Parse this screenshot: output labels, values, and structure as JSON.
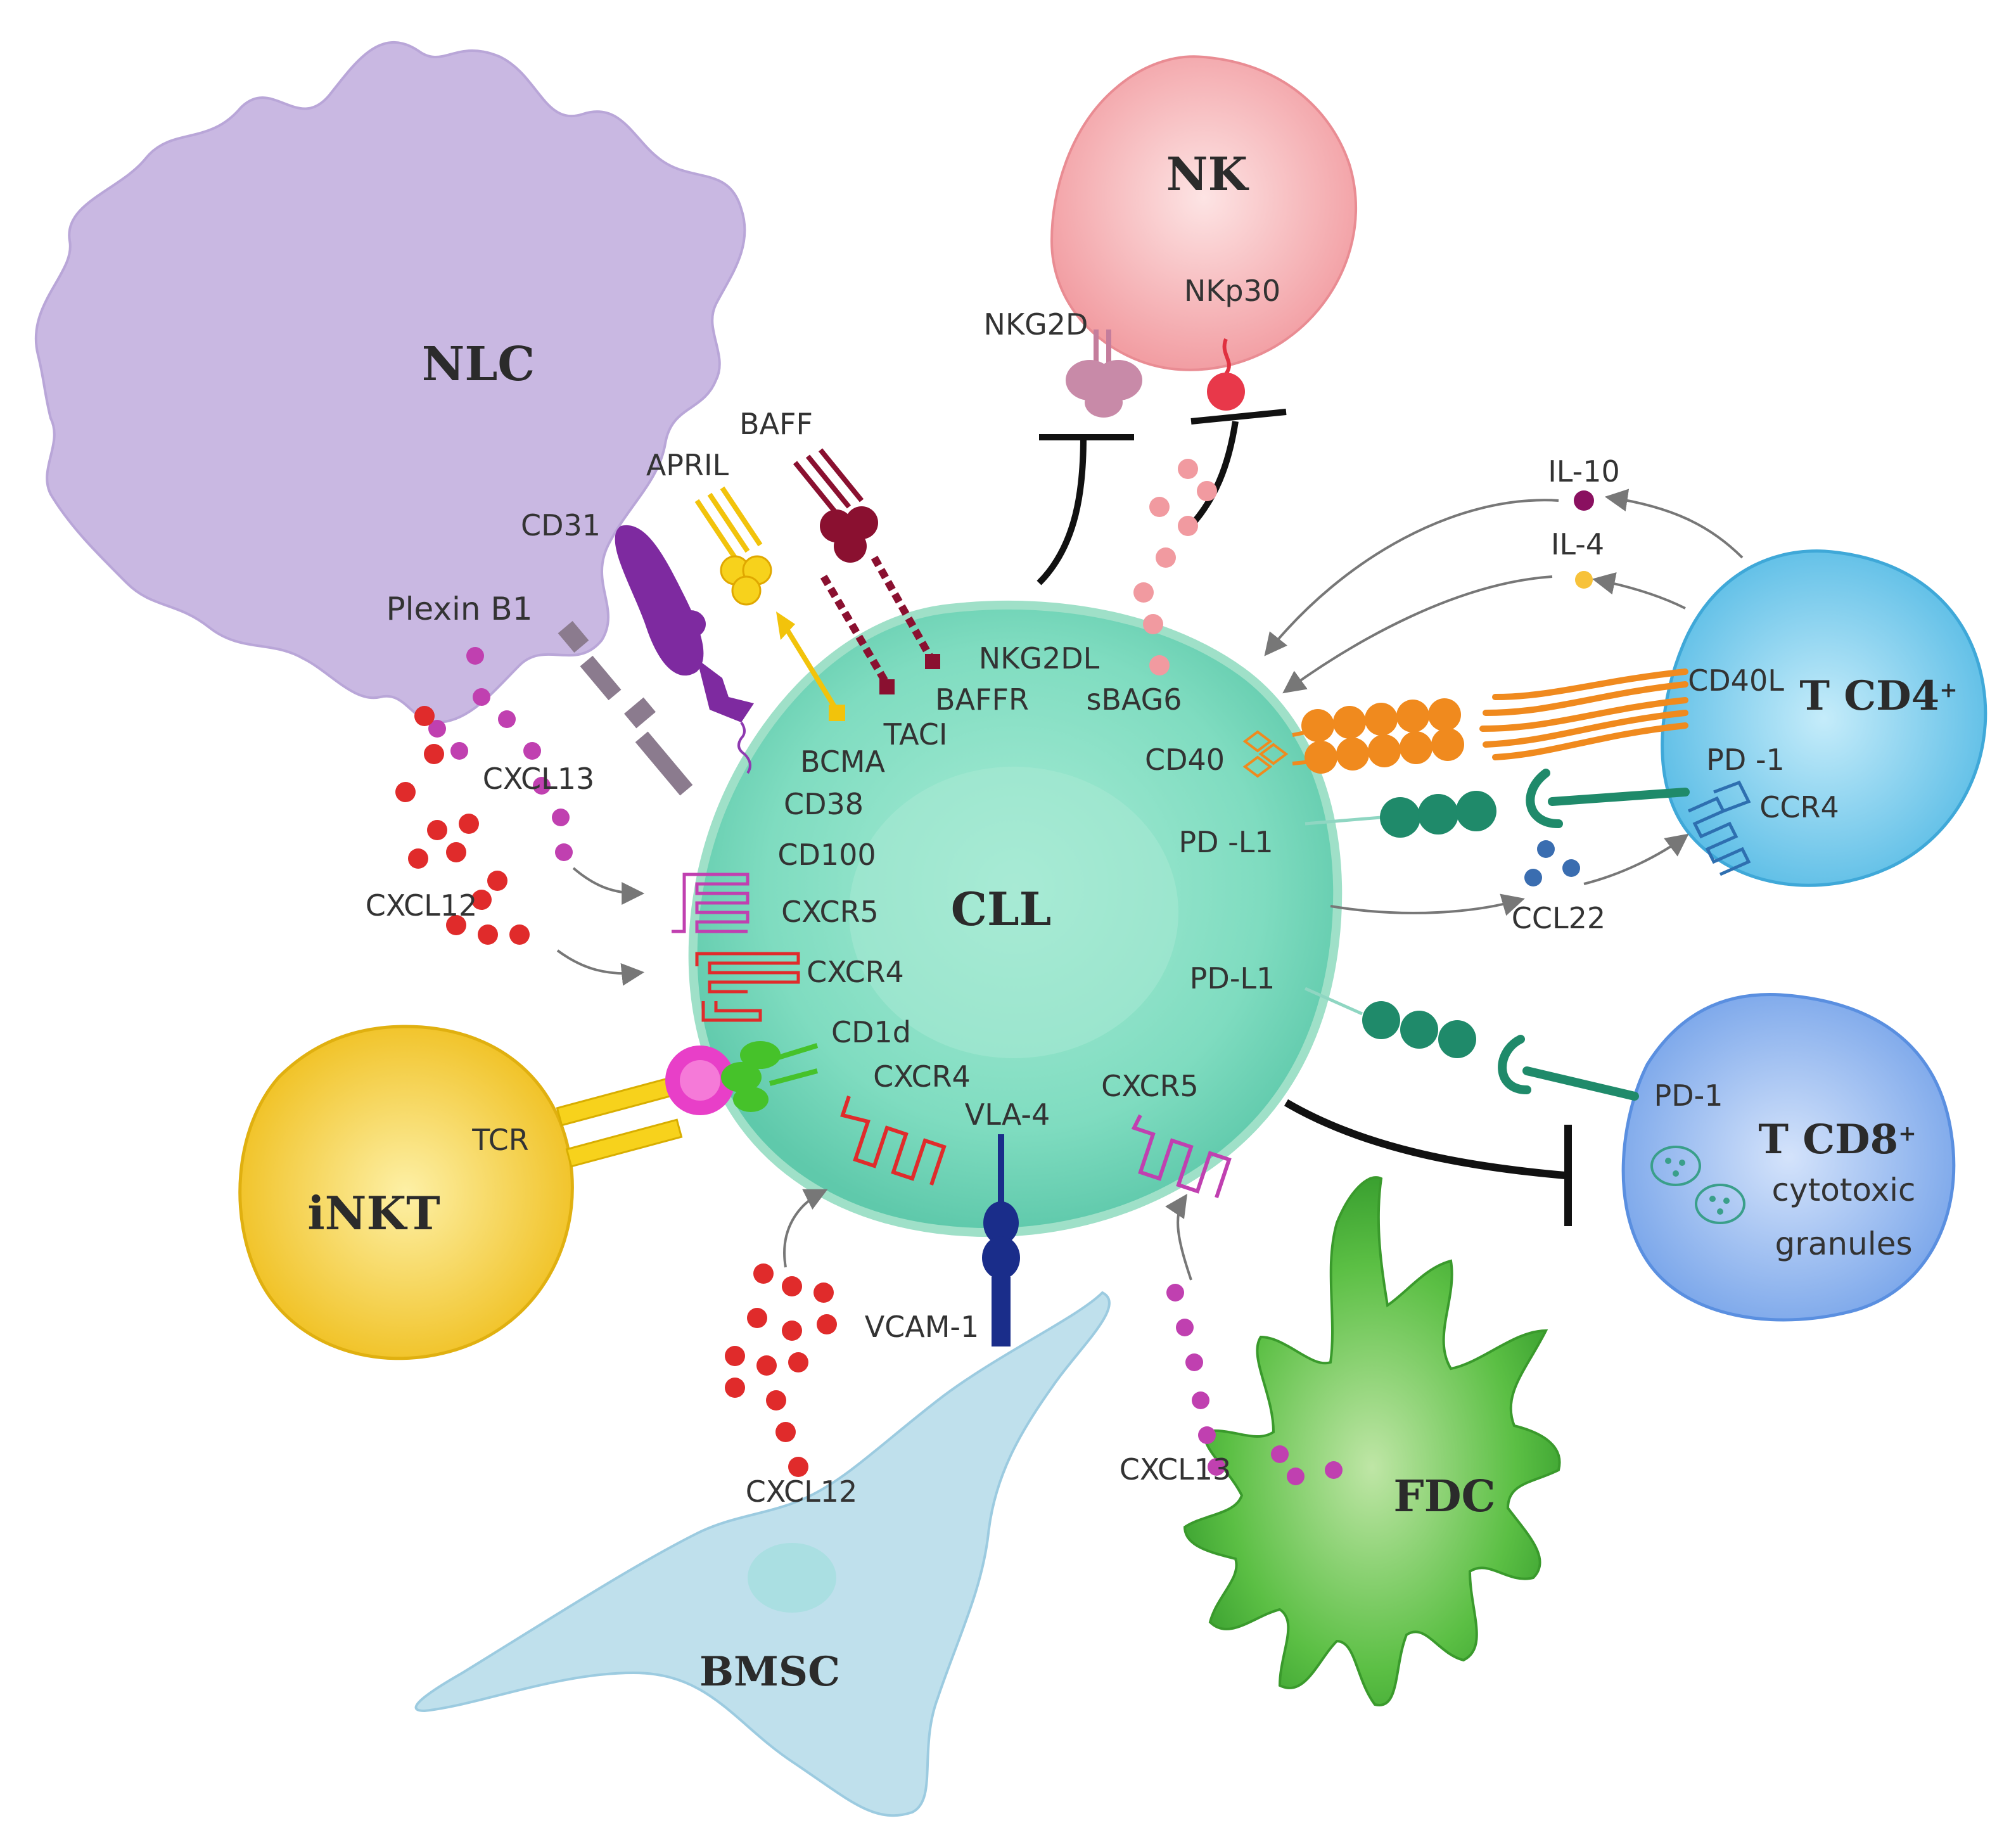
{
  "cells": {
    "nlc": "NLC",
    "nk": "NK",
    "cll": "CLL",
    "tcd4": "T CD4",
    "tcd4_sup": "+",
    "tcd8": "T CD8",
    "tcd8_sup": "+",
    "inkt": "iNKT",
    "bmsc": "BMSC",
    "fdc": "FDC"
  },
  "labels": {
    "nkg2d": "NKG2D",
    "nkp30": "NKp30",
    "baff": "BAFF",
    "april": "APRIL",
    "cd31": "CD31",
    "plexin_b1": "Plexin B1",
    "cxcl13_nlc": "CXCL13",
    "cxcl12_nlc": "CXCL12",
    "nkg2dl": "NKG2DL",
    "sbag6": "sBAG6",
    "baffr": "BAFFR",
    "taci": "TACI",
    "bcma": "BCMA",
    "cd38": "CD38",
    "cd100": "CD100",
    "cxcr5_left": "CXCR5",
    "cxcr4_left": "CXCR4",
    "cd1d": "CD1d",
    "cxcr4_bottom": "CXCR4",
    "vla4": "VLA-4",
    "cxcr5_bottom": "CXCR5",
    "cd40": "CD40",
    "pdl1_top": "PD -L1",
    "pdl1_bottom": "PD-L1",
    "il10": "IL-10",
    "il4": "IL-4",
    "cd40l": "CD40L",
    "pd1_cd4": "PD -1",
    "ccr4": "CCR4",
    "ccl22": "CCL22",
    "pd1_cd8": "PD-1",
    "cytotoxic": "cytotoxic",
    "granules": "granules",
    "tcr": "TCR",
    "vcam1": "VCAM-1",
    "cxcl12_bmsc": "CXCL12",
    "cxcl13_fdc": "CXCL13"
  },
  "colors": {
    "nlc": "#c9b8e2",
    "nk": "#f6aeb2",
    "cll": "#7fdcc0",
    "tcd4": "#6ec9ec",
    "tcd8": "#8fb4ee",
    "inkt": "#f5cd3a",
    "bmsc": "#bfe0ec",
    "fdc": "#4bb63a",
    "cxcl12": "#e02b2b",
    "cxcl13": "#c040b0",
    "cd40": "#f08a1e",
    "pdl1": "#1f8a6a",
    "ccl22": "#3a6db0"
  }
}
